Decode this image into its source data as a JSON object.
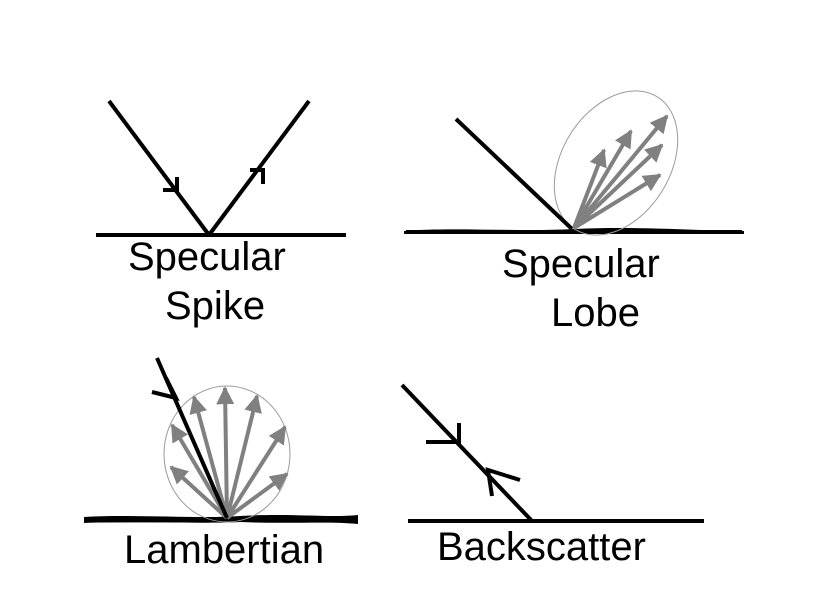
{
  "panels": {
    "specular_spike": {
      "label_line1": "Specular",
      "label_line2": "Spike"
    },
    "specular_lobe": {
      "label_line1": "Specular",
      "label_line2": "Lobe"
    },
    "lambertian": {
      "label": "Lambertian"
    },
    "backscatter": {
      "label": "Backscatter"
    }
  },
  "colors": {
    "ink": "#000000",
    "scatter_arrow": "#808080",
    "lobe_outline": "#9a9a9a"
  }
}
